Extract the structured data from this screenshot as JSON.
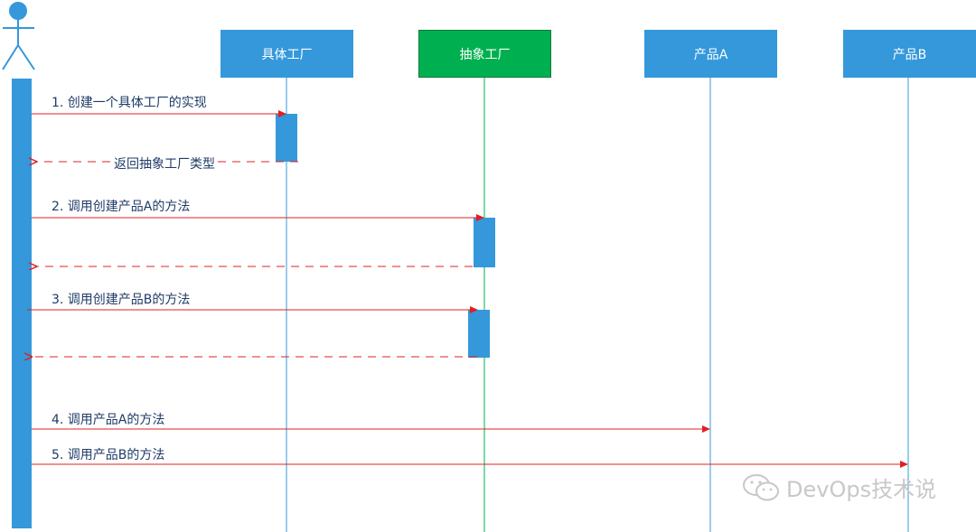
{
  "lifelines": {
    "factory": "具体工厂",
    "abstract_factory": "抽象工厂",
    "product_a": "产品A",
    "product_b": "产品B"
  },
  "messages": {
    "m1": "1. 创建一个具体工厂的实现",
    "r1": "返回抽象工厂类型",
    "m2": "2. 调用创建产品A的方法",
    "m3": "3. 调用创建产品B的方法",
    "m4": "4. 调用产品A的方法",
    "m5": "5. 调用产品B的方法"
  },
  "watermark": "DevOps技术说",
  "icons": {
    "actor": "stick-figure-icon",
    "watermark": "wechat-icon"
  },
  "colors": {
    "box_blue": "#3498db",
    "box_green": "#00b050",
    "message_arrow": "#e02020",
    "lifeline_blue": "#3498db",
    "lifeline_green": "#00b050"
  }
}
